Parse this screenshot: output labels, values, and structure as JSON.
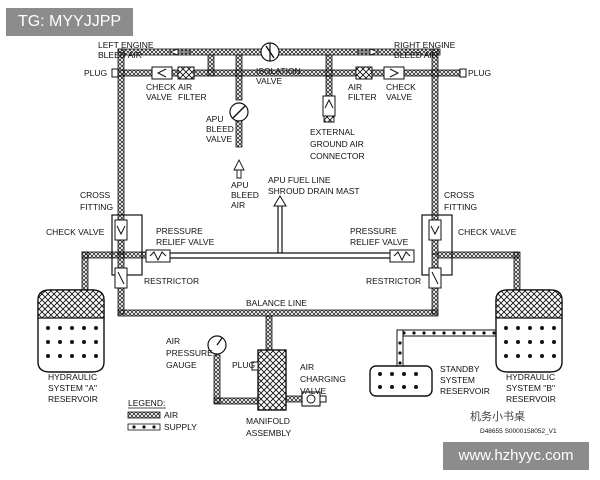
{
  "watermarks": {
    "tag": "TG: MYYJJPP",
    "url": "www.hzhyyc.com",
    "wechat": "机务小书桌",
    "figure_id": "D48655 S0000158052_V1"
  },
  "labels": {
    "left_engine_bleed_line1": "LEFT ENGINE",
    "left_engine_bleed_line2": "BLEED AIR",
    "right_engine_bleed_line1": "RIGHT ENGINE",
    "right_engine_bleed_line2": "BLEED AIR",
    "isolation_valve_line1": "ISOLATION",
    "isolation_valve_line2": "VALVE",
    "plug": "PLUG",
    "check_valve_line1": "CHECK",
    "check_valve_line2": "VALVE",
    "air_filter_line1": "AIR",
    "air_filter_line2": "FILTER",
    "apu_bleed_valve_line1": "APU",
    "apu_bleed_valve_line2": "BLEED",
    "apu_bleed_valve_line3": "VALVE",
    "external_ground_line1": "EXTERNAL",
    "external_ground_line2": "GROUND AIR",
    "external_ground_line3": "CONNECTOR",
    "apu_bleed_air_line1": "APU",
    "apu_bleed_air_line2": "BLEED",
    "apu_bleed_air_line3": "AIR",
    "apu_fuel_line1": "APU FUEL LINE",
    "apu_fuel_line2": "SHROUD DRAIN MAST",
    "cross_fitting_line1": "CROSS",
    "cross_fitting_line2": "FITTING",
    "check_valve_single": "CHECK VALVE",
    "pressure_relief_line1": "PRESSURE",
    "pressure_relief_line2": "RELIEF VALVE",
    "restrictor": "RESTRICTOR",
    "balance_line": "BALANCE LINE",
    "air_pressure_gauge_line1": "AIR",
    "air_pressure_gauge_line2": "PRESSURE",
    "air_pressure_gauge_line3": "GAUGE",
    "air_charging_valve_line1": "AIR",
    "air_charging_valve_line2": "CHARGING",
    "air_charging_valve_line3": "VALVE",
    "manifold_line1": "MANIFOLD",
    "manifold_line2": "ASSEMBLY",
    "hyd_a_line1": "HYDRAULIC",
    "hyd_a_line2": "SYSTEM \"A\"",
    "hyd_a_line3": "RESERVOIR",
    "hyd_b_line1": "HYDRAULIC",
    "hyd_b_line2": "SYSTEM \"B\"",
    "hyd_b_line3": "RESERVOIR",
    "standby_line1": "STANDBY",
    "standby_line2": "SYSTEM",
    "standby_line3": "RESERVOIR",
    "legend_title": "LEGEND:",
    "legend_air": "AIR",
    "legend_supply": "SUPPLY"
  },
  "colors": {
    "line": "#111111",
    "watermark_bg": "#8c8c8c",
    "watermark_text": "#ffffff"
  }
}
